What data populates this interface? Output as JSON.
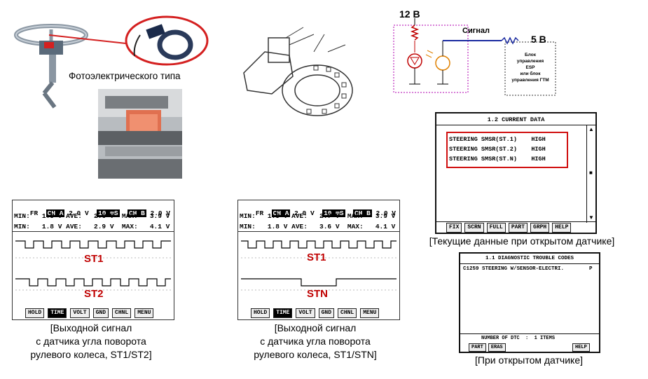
{
  "photo_label": "Фотоэлектрического типа",
  "circuit": {
    "v12": "12 В",
    "signal": "Сигнал",
    "v5": "5 В",
    "module_lines": [
      "Блок",
      "управления",
      "ESP",
      "или блок",
      "управления ГТМ"
    ]
  },
  "scope_left": {
    "header1": [
      "FR",
      "CH A",
      "2.0 V",
      "10 mS",
      "CH B",
      "2.0 V"
    ],
    "header2": "MIN:   1.5 V AVE:   2.6 V  MAX:   3.9 V",
    "header3": "MIN:   1.8 V AVE:   2.9 V  MAX:   4.1 V",
    "sig_top": "ST1",
    "sig_bottom": "ST2",
    "buttons": [
      "HOLD",
      "TIME",
      "VOLT",
      "GND",
      "CHNL",
      "MENU"
    ],
    "caption": [
      "[Выходной сигнал",
      "с датчика угла поворота",
      "рулевого колеса, ST1/ST2]"
    ]
  },
  "scope_mid": {
    "header1": [
      "FR",
      "CH A",
      "2.0 V",
      "10 mS",
      "CH B",
      "2.0 V"
    ],
    "header2": "MIN:   1.5 V AVE:   2.7 V  MAX:   3.9 V",
    "header3": "MIN:   1.8 V AVE:   3.6 V  MAX:   4.1 V",
    "sig_top": "ST1",
    "sig_bottom": "STN",
    "buttons": [
      "HOLD",
      "TIME",
      "VOLT",
      "GND",
      "CHNL",
      "MENU"
    ],
    "caption": [
      "[Выходной сигнал",
      "с датчика угла поворота",
      "рулевого колеса, ST1/STN]"
    ]
  },
  "current_data": {
    "title": "1.2 CURRENT DATA",
    "rows": [
      {
        "name": "STEERING SMSR(ST.1)",
        "value": "HIGH"
      },
      {
        "name": "STEERING SMSR(ST.2)",
        "value": "HIGH"
      },
      {
        "name": "STEERING SMSR(ST.N)",
        "value": "HIGH"
      }
    ],
    "buttons": [
      "FIX",
      "SCRN",
      "FULL",
      "PART",
      "GRPH",
      "HELP"
    ],
    "caption": "[Текущие данные при открытом датчике]"
  },
  "dtc": {
    "title": "1.1 DIAGNOSTIC TROUBLE CODES",
    "row": "C1259 STEERING W/SENSOR-ELECTRI.",
    "flag": "P",
    "count": "NUMBER OF DTC  :  1 ITEMS",
    "buttons_left": [
      "PART",
      "ERAS"
    ],
    "button_right": "HELP",
    "caption": "[При открытом датчике]"
  }
}
